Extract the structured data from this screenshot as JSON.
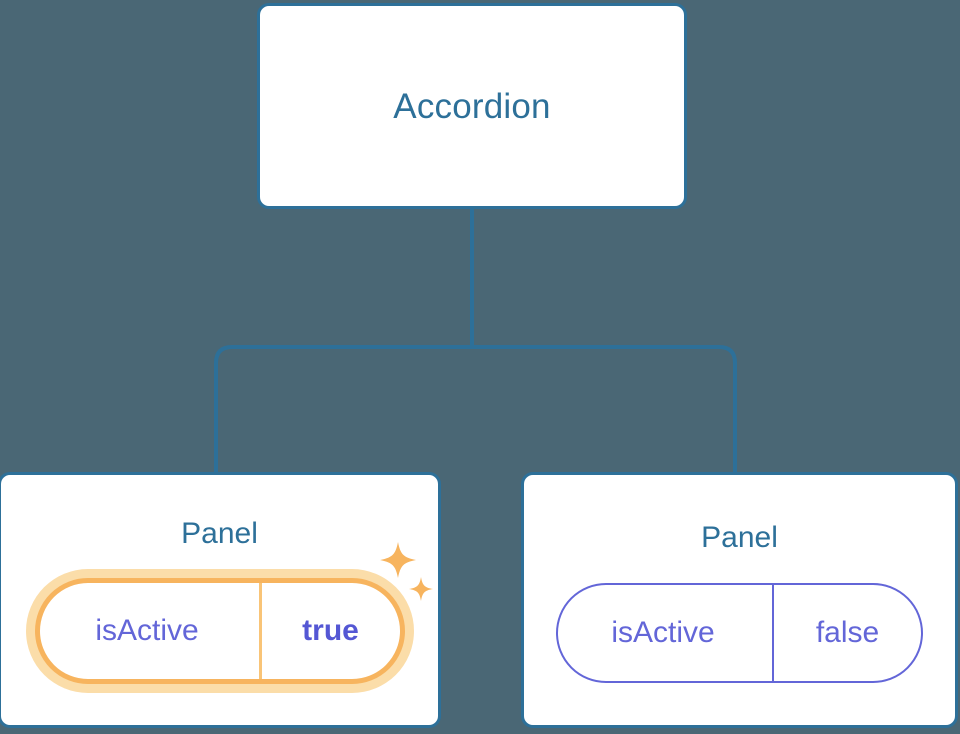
{
  "diagram": {
    "type": "component-tree",
    "background_color": "#4a6775",
    "edge_color": "#2d7099",
    "root": {
      "label": "Accordion"
    },
    "children": [
      {
        "label": "Panel",
        "highlighted": true,
        "prop": {
          "key": "isActive",
          "value": "true",
          "value_bold": true,
          "border_color": "#f7b45e",
          "glow_color": "#fbdda9",
          "text_color": "#6366d8"
        },
        "decoration": "sparkles-icon"
      },
      {
        "label": "Panel",
        "highlighted": false,
        "prop": {
          "key": "isActive",
          "value": "false",
          "value_bold": false,
          "border_color": "#6366d8",
          "text_color": "#6366d8"
        }
      }
    ],
    "colors": {
      "card_background": "#ffffff",
      "card_border": "#2d7099",
      "title_text": "#2d7099",
      "accent_orange": "#f7b45e",
      "accent_orange_soft": "#fbdda9",
      "accent_purple": "#6366d8"
    }
  }
}
